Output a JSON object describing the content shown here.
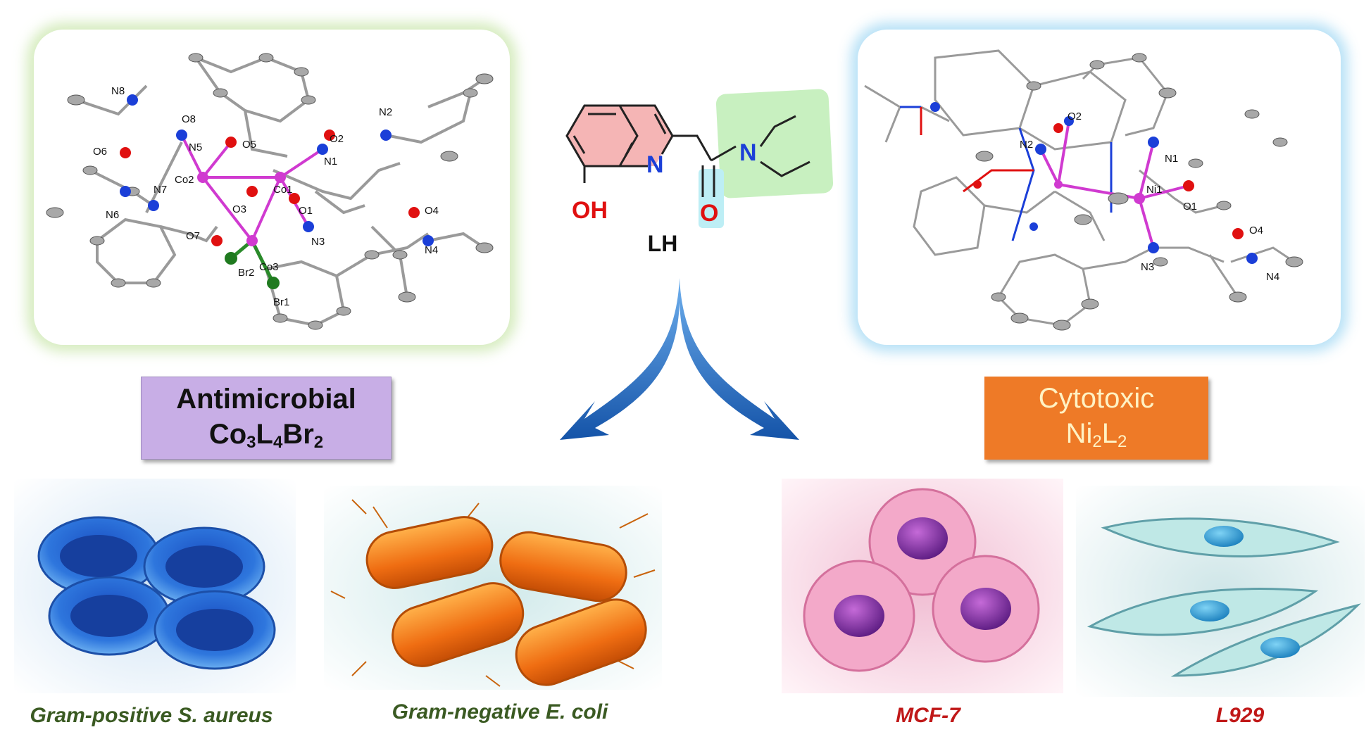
{
  "ligand": {
    "name": "LH",
    "atoms": {
      "n_ring": "N",
      "n_amide": "N",
      "o_carbonyl": "O",
      "oh": "OH"
    }
  },
  "left_complex": {
    "tag_word": "Antimicrobial",
    "formula": {
      "a": "Co",
      "a_sub": "3",
      "b": "L",
      "b_sub": "4",
      "c": "Br",
      "c_sub": "2"
    },
    "atom_labels": [
      "N8",
      "O8",
      "N5",
      "O6",
      "Co2",
      "N7",
      "N6",
      "O5",
      "O2",
      "N2",
      "N1",
      "Co1",
      "O3",
      "O1",
      "O7",
      "N3",
      "O4",
      "N4",
      "Co3",
      "Br2",
      "Br1"
    ]
  },
  "right_complex": {
    "tag_word": "Cytotoxic",
    "formula": {
      "a": "Ni",
      "a_sub": "2",
      "b": "L",
      "b_sub": "2"
    },
    "atom_labels": [
      "O2",
      "N2",
      "N1",
      "Ni1",
      "O1",
      "O4",
      "N3",
      "N4"
    ]
  },
  "captions": {
    "cap1": "Gram-positive S. aureus",
    "cap2": "Gram-negative E. coli",
    "cap3": "MCF-7",
    "cap4": "L929"
  },
  "colors": {
    "pink_ring": "#f5b5b5",
    "green_box": "#c8f0c0",
    "blue_box": "#bdeef5",
    "nitrogen": "#1b3fd8",
    "oxygen": "#e01010",
    "arrow": "#1e6fc0",
    "metal": "#d03ad0"
  }
}
